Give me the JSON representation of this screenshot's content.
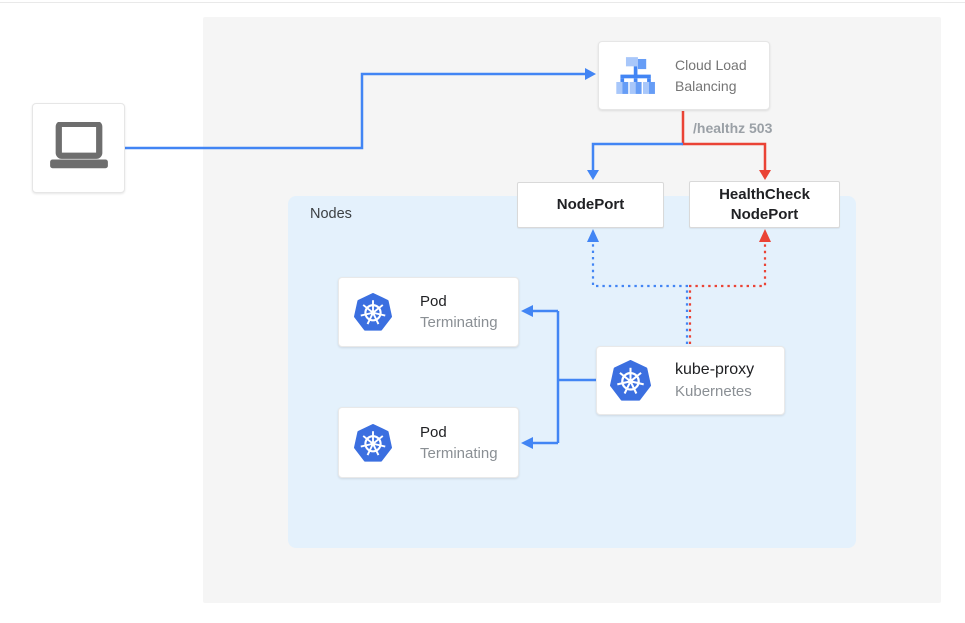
{
  "colors": {
    "traffic_blue": "#4285F4",
    "health_red": "#EA4335",
    "nodes_panel_bg": "#E4F1FC",
    "outer_panel_bg": "#F5F5F5",
    "kubernetes_blue": "#3B6FE0",
    "lb_icon_light_blue": "#A8C7FA",
    "lb_icon_mid_blue": "#669DF6",
    "laptop_gray": "#6E6E6E"
  },
  "diagram": {
    "client": {
      "icon": "laptop-icon"
    },
    "load_balancer": {
      "label": "Cloud Load Balancing",
      "icon": "cloud-load-balancing-icon"
    },
    "health_check_path_label": "/healthz 503",
    "node_port": {
      "label": "NodePort"
    },
    "health_check_node_port": {
      "label": "HealthCheck NodePort"
    },
    "nodes_group": {
      "label": "Nodes"
    },
    "pods": [
      {
        "title": "Pod",
        "status": "Terminating",
        "icon": "kubernetes-icon"
      },
      {
        "title": "Pod",
        "status": "Terminating",
        "icon": "kubernetes-icon"
      }
    ],
    "kube_proxy": {
      "title": "kube-proxy",
      "subtitle": "Kubernetes",
      "icon": "kubernetes-icon"
    }
  }
}
